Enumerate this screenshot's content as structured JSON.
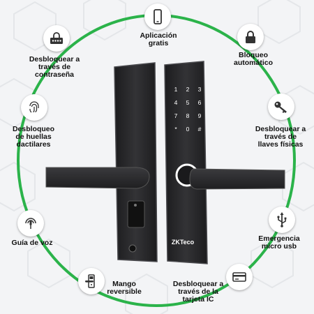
{
  "colors": {
    "ring": "#2bb34a",
    "lock_body": "#2a2a2c",
    "lock_edge": "#4a4a4e",
    "background": "#f3f4f6",
    "keypad_text": "#ffffff",
    "reader_ring": "#ffffff"
  },
  "features": [
    {
      "id": "app",
      "label": "Aplicación\ngratis",
      "icon": "smartphone-icon"
    },
    {
      "id": "auto-lock",
      "label": "Bloqueo\nautomático",
      "icon": "padlock-icon"
    },
    {
      "id": "physical-key",
      "label": "Desbloquear a\ntravés de\nllaves físicas",
      "icon": "key-icon"
    },
    {
      "id": "usb",
      "label": "Emergencia\nmicro usb",
      "icon": "usb-icon"
    },
    {
      "id": "ic-card",
      "label": "Desbloquear a\ntravés de la\ntarjeta IC",
      "icon": "card-icon"
    },
    {
      "id": "reversible",
      "label": "Mango\nreversible",
      "icon": "door-handle-icon"
    },
    {
      "id": "voice",
      "label": "Guía de voz",
      "icon": "voice-icon"
    },
    {
      "id": "fingerprint",
      "label": "Desbloqueo\nde huellas\ndactilares",
      "icon": "fingerprint-icon"
    },
    {
      "id": "password",
      "label": "Desbloquear a\ntravés de\ncontraseña",
      "icon": "password-lock-icon"
    }
  ],
  "keypad": [
    "1",
    "2",
    "3",
    "4",
    "5",
    "6",
    "7",
    "8",
    "9",
    "*",
    "0",
    "#"
  ],
  "brand": "ZKTeco"
}
